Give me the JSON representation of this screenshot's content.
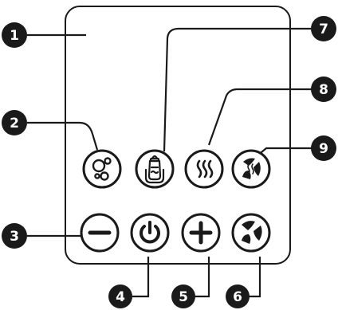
{
  "colors": {
    "ink": "#1a1a1a",
    "badge_fill": "#1a1a1a",
    "badge_text": "#ffffff",
    "panel_stroke": "#1a1a1a",
    "background": "#ffffff"
  },
  "callouts": [
    {
      "number": "1",
      "target": "control-panel"
    },
    {
      "number": "2",
      "target": "bubbles-button"
    },
    {
      "number": "3",
      "target": "minus-button"
    },
    {
      "number": "4",
      "target": "power-button"
    },
    {
      "number": "5",
      "target": "plus-button"
    },
    {
      "number": "6",
      "target": "blade-button"
    },
    {
      "number": "7",
      "target": "bottle-button"
    },
    {
      "number": "8",
      "target": "heat-button"
    },
    {
      "number": "9",
      "target": "blade-heat-button"
    }
  ],
  "buttons": {
    "top_row": [
      {
        "icon": "bubbles-icon"
      },
      {
        "icon": "baby-bottle-icon"
      },
      {
        "icon": "heat-waves-icon"
      },
      {
        "icon": "blade-with-heat-icon"
      }
    ],
    "bottom_row": [
      {
        "icon": "minus-icon"
      },
      {
        "icon": "power-icon"
      },
      {
        "icon": "plus-icon"
      },
      {
        "icon": "blade-icon"
      }
    ]
  }
}
